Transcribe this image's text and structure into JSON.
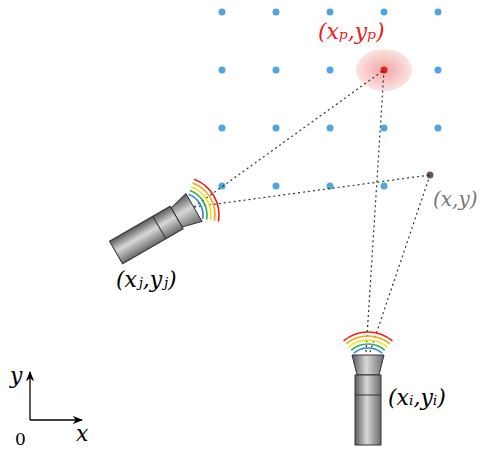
{
  "diagram": {
    "labels": [
      "(xₚ,yₚ)",
      "(x,y)",
      "(xⱼ,yⱼ)",
      "(xᵢ,yᵢ)",
      "y",
      "x",
      "0"
    ]
  }
}
